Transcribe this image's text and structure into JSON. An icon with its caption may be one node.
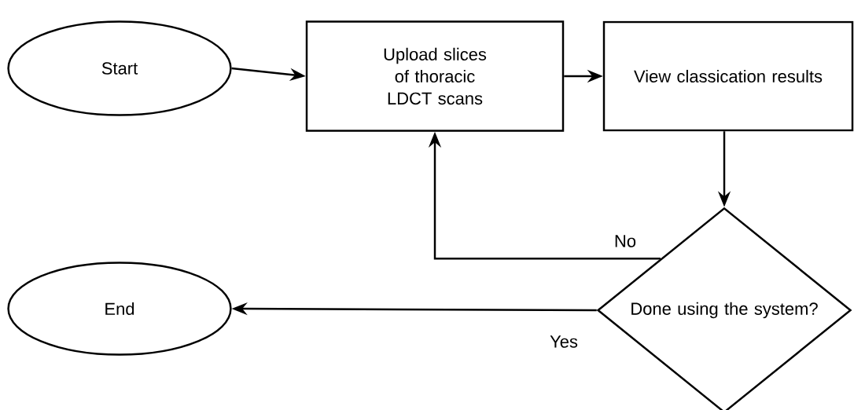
{
  "diagram": {
    "nodes": [
      {
        "text": [
          "Start"
        ]
      },
      {
        "text": [
          "Upload slices of thoracic LDCT scans"
        ]
      },
      {
        "text": [
          "View classication results"
        ]
      },
      {
        "text": [
          "Done using the system?"
        ]
      },
      {
        "text": [
          "End"
        ]
      }
    ],
    "edges": [
      {
        "from": 0,
        "to": 1,
        "arrow": "to"
      },
      {
        "from": 1,
        "to": 2,
        "arrow": "to"
      },
      {
        "from": 2,
        "to": 3,
        "arrow": "to"
      },
      {
        "from": 3,
        "to": 1,
        "arrow": "to",
        "label": "No"
      },
      {
        "from": 3,
        "to": 4,
        "arrow": "to",
        "label": "Yes"
      }
    ]
  }
}
